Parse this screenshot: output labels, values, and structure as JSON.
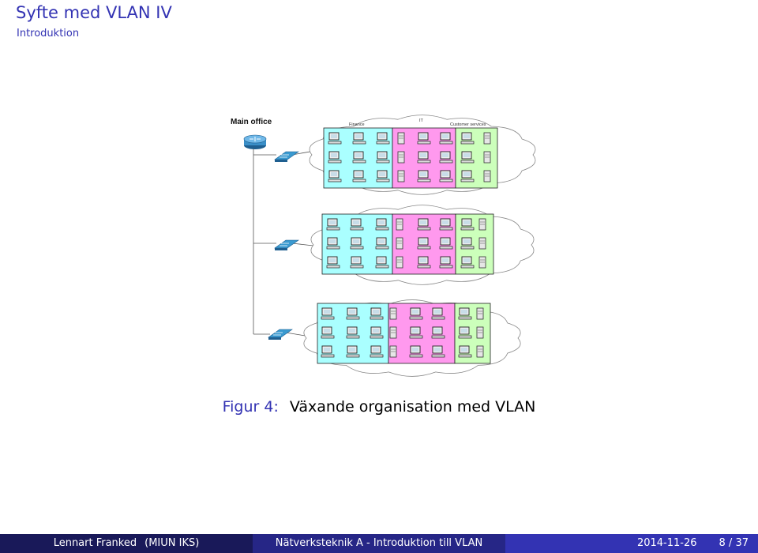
{
  "header": {
    "title": "Syfte med VLAN IV",
    "section": "Introduktion"
  },
  "figure": {
    "main_office_label": "Main office",
    "dept_labels": [
      "Finance",
      "IT",
      "Customer services"
    ],
    "colors": {
      "finance": "#aaffff",
      "it": "#ff99ee",
      "customer_services": "#ccffbb",
      "cloud_stroke": "#888888",
      "router": "#3a8fc8",
      "switch": "#3a9ad0"
    },
    "icons": [
      "router-icon",
      "switch-icon",
      "computer-icon",
      "server-icon",
      "cloud-icon"
    ]
  },
  "caption": {
    "label": "Figur 4:",
    "text": "Växande organisation med VLAN"
  },
  "footer": {
    "author": "Lennart Franked",
    "affiliation": "(MIUN IKS)",
    "course_title": "Nätverksteknik A - Introduktion till VLAN",
    "date": "2014-11-26",
    "page": "8 / 37"
  }
}
